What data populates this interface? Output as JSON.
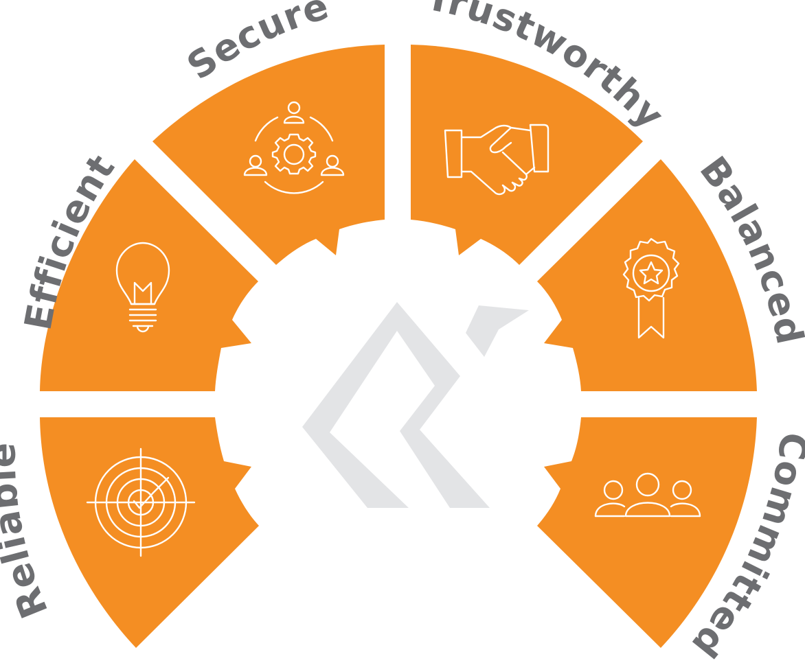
{
  "diagram": {
    "colors": {
      "segment": "#f48e23",
      "label": "#6d6e71",
      "logo": "#e3e4e6",
      "icon": "#ffffff"
    },
    "segments": [
      {
        "id": "reliable",
        "label": "Reliable",
        "icon": "target-check-icon"
      },
      {
        "id": "efficient",
        "label": "Efficient",
        "icon": "lightbulb-icon"
      },
      {
        "id": "secure",
        "label": "Secure",
        "icon": "team-gear-icon"
      },
      {
        "id": "trustworthy",
        "label": "Trustworthy",
        "icon": "handshake-icon"
      },
      {
        "id": "balanced",
        "label": "Balanced",
        "icon": "award-ribbon-icon"
      },
      {
        "id": "committed",
        "label": "Committed",
        "icon": "group-people-icon"
      }
    ],
    "center_logo": "brand-logo"
  }
}
